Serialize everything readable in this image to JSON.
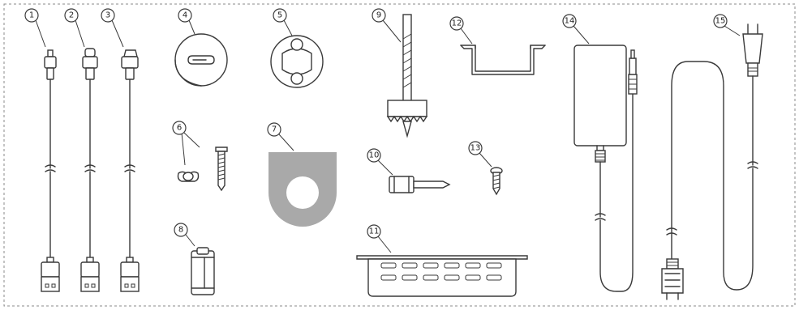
{
  "callouts": [
    {
      "id": "1",
      "label": "1"
    },
    {
      "id": "2",
      "label": "2"
    },
    {
      "id": "3",
      "label": "3"
    },
    {
      "id": "4",
      "label": "4"
    },
    {
      "id": "5",
      "label": "5"
    },
    {
      "id": "6",
      "label": "6"
    },
    {
      "id": "7",
      "label": "7"
    },
    {
      "id": "8",
      "label": "8"
    },
    {
      "id": "9",
      "label": "9"
    },
    {
      "id": "10",
      "label": "10"
    },
    {
      "id": "11",
      "label": "11"
    },
    {
      "id": "12",
      "label": "12"
    },
    {
      "id": "13",
      "label": "13"
    },
    {
      "id": "14",
      "label": "14"
    },
    {
      "id": "15",
      "label": "15"
    }
  ],
  "colors": {
    "line": "#3a3a3a",
    "plate_fill": "#a9a9a9",
    "border_dash": "#888888"
  }
}
